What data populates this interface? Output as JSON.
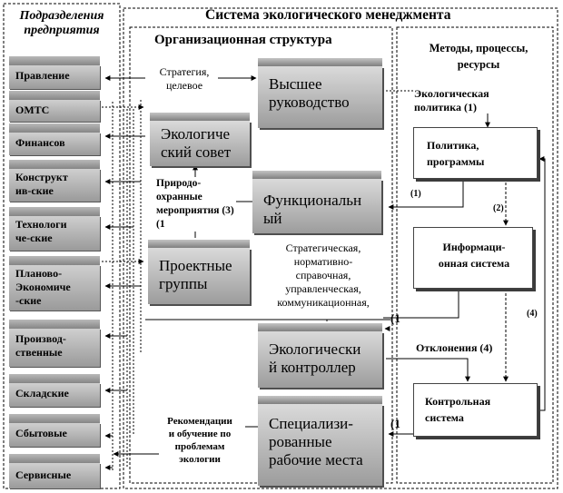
{
  "departments": {
    "title": "Подразделения предприятия",
    "items": [
      {
        "label": "Правление"
      },
      {
        "label": "ОМТС"
      },
      {
        "label": "Финансов"
      },
      {
        "label": "Конструкт\nив-ские"
      },
      {
        "label": "Технологи\nче-ские"
      },
      {
        "label": "Планово-\nЭкономиче\n-ские"
      },
      {
        "label": "Производ-\nственные"
      },
      {
        "label": "Складские"
      },
      {
        "label": "Сбытовые"
      },
      {
        "label": "Сервисные"
      }
    ]
  },
  "system": {
    "title": "Система экологического менеджмента"
  },
  "org": {
    "title": "Организационная структура",
    "blocks": [
      {
        "label": "Высшее\nруководство"
      },
      {
        "label": "Экологиче\nский совет"
      },
      {
        "label": "Функциональн\nый"
      },
      {
        "label": "Проектные\nгруппы"
      },
      {
        "label": "Экологически\nй контроллер"
      },
      {
        "label": "Специализи-\nрованные\nрабочие места"
      }
    ],
    "notes": {
      "strategy": "Стратегия,\nцелевое",
      "measures": "Природо-\nохранные\nмероприятия (3)\n(1",
      "info_types": "Стратегическая,\nнормативно-\nсправочная,\nуправленческая,\nкоммуникационная,",
      "recommend": "Рекомендации\nи обучение по\nпроблемам\nэкологии"
    }
  },
  "methods": {
    "title": "Методы, процессы,\nресурсы",
    "policy_note": "Экологическая\nполитика (1)",
    "boxes": [
      {
        "label": "Политика,\nпрограммы"
      },
      {
        "label": "Информаци-\nонная система"
      },
      {
        "label": "Контрольная\nсистема"
      }
    ],
    "deviations": "Отклонения (4)"
  },
  "markers": {
    "m1_small": "(1)",
    "m2_small": "(2)",
    "m4_small": "(4)",
    "m1_a": "(1",
    "m1_b": "(1"
  }
}
